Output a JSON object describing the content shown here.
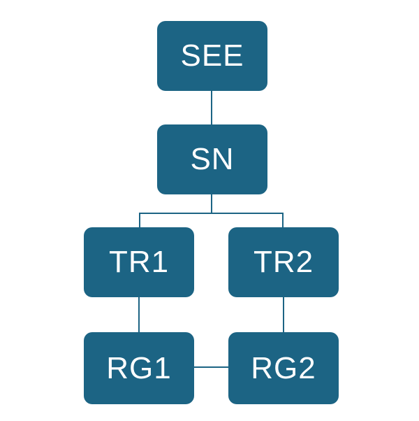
{
  "diagram": {
    "type": "tree",
    "title": "",
    "nodes": {
      "see": {
        "label": "SEE"
      },
      "sn": {
        "label": "SN"
      },
      "tr1": {
        "label": "TR1"
      },
      "tr2": {
        "label": "TR2"
      },
      "rg1": {
        "label": "RG1"
      },
      "rg2": {
        "label": "RG2"
      }
    },
    "edges": [
      {
        "from": "SEE",
        "to": "SN"
      },
      {
        "from": "SN",
        "to": "TR1"
      },
      {
        "from": "SN",
        "to": "TR2"
      },
      {
        "from": "TR1",
        "to": "RG1"
      },
      {
        "from": "TR2",
        "to": "RG2"
      },
      {
        "from": "RG1",
        "to": "RG2"
      }
    ],
    "colors": {
      "node_fill": "#1c6484",
      "node_text": "#ffffff",
      "connector": "#1c6484",
      "background": "#ffffff"
    }
  }
}
